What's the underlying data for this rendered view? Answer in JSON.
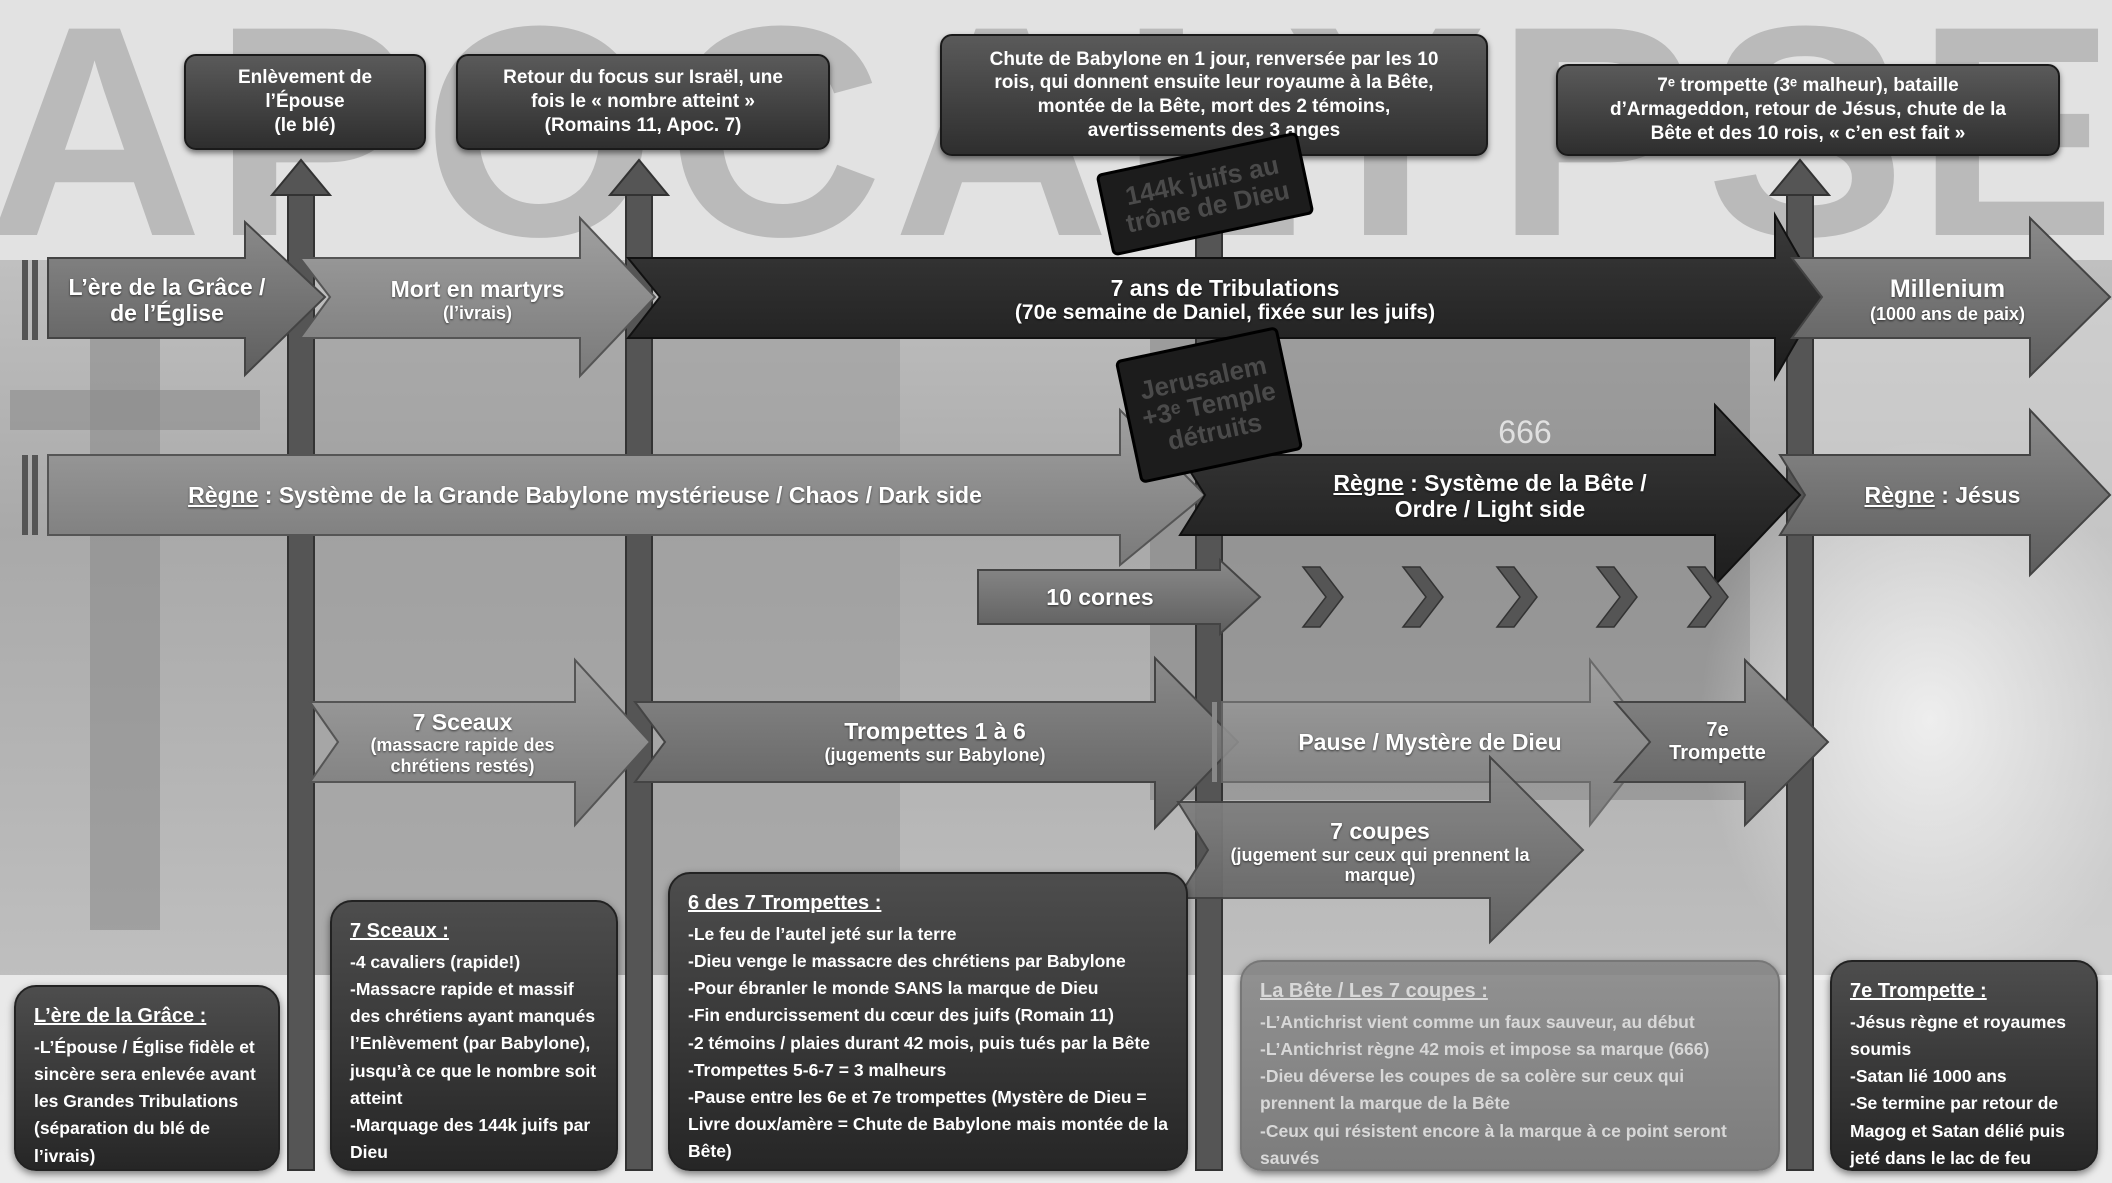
{
  "background_title": "APOCALYPSE",
  "colors": {
    "dark_arrow": "#2b2b2b",
    "mid_arrow": "#6e6e6e",
    "light_arrow": "#8a8a8a",
    "pillar": "#5c5c5c"
  },
  "top_events": [
    {
      "text": "Enlèvement de\nl’Épouse\n(le blé)"
    },
    {
      "text": "Retour du focus sur Israël, une\nfois le « nombre atteint »\n(Romains 11, Apoc. 7)"
    },
    {
      "text": "Chute de Babylone en 1 jour, renversée par les 10\nrois, qui donnent ensuite leur royaume à la Bête,\nmontée de la Bête, mort des 2 témoins,\navertissements des 3 anges"
    },
    {
      "text": "7ᵉ trompette (3ᵉ malheur), bataille\nd’Armageddon, retour de Jésus, chute de la\nBête et des 10 rois, « c’en est fait »"
    }
  ],
  "badges": [
    {
      "text": "144k juifs au\ntrône de Dieu"
    },
    {
      "text": "Jerusalem\n+3ᵉ Temple\ndétruits"
    }
  ],
  "era_row": [
    {
      "title": "L’ère de la Grâce /\nde l’Église",
      "subtitle": ""
    },
    {
      "title": "Mort en martyrs",
      "subtitle": "(l’ivrais)"
    },
    {
      "title": "7 ans de Tribulations",
      "subtitle": "(70e semaine de Daniel, fixée sur les juifs)"
    },
    {
      "title": "Millenium",
      "subtitle": "(1000 ans de paix)"
    }
  ],
  "reign_row": {
    "babylon_prefix": "Règne",
    "babylon_rest": " : Système de la Grande Babylone mystérieuse / Chaos / Dark side",
    "beast_prefix": "Règne",
    "beast_rest_line1": " : Système de la Bête /",
    "beast_line2": "Ordre / Light side",
    "jesus_prefix": "Règne",
    "jesus_rest": " : Jésus",
    "number": "666"
  },
  "horns": {
    "label": "10 cornes"
  },
  "judgment_row": [
    {
      "title": "7 Sceaux",
      "subtitle": "(massacre rapide des\nchrétiens restés)"
    },
    {
      "title": "Trompettes 1 à 6",
      "subtitle": "(jugements sur Babylone)"
    },
    {
      "title": "Pause / Mystère de Dieu",
      "subtitle": ""
    },
    {
      "title": "7e\nTrompette",
      "subtitle": ""
    },
    {
      "title": "7 coupes",
      "subtitle": "(jugement sur ceux qui prennent la\nmarque)"
    }
  ],
  "info_boxes": [
    {
      "title": "L’ère de la Grâce :",
      "items": [
        "-L’Épouse  / Église fidèle et sincère sera enlevée avant les Grandes Tribulations (séparation du blé de l’ivrais)"
      ]
    },
    {
      "title": "7 Sceaux :",
      "items": [
        "-4 cavaliers (rapide!)",
        "-Massacre rapide et massif des chrétiens ayant manqués l’Enlèvement (par Babylone), jusqu’à ce que le nombre soit atteint",
        "-Marquage des 144k juifs par Dieu"
      ]
    },
    {
      "title": "6 des 7 Trompettes :",
      "items": [
        "-Le feu de l’autel jeté sur la terre",
        "-Dieu venge le massacre des chrétiens par Babylone",
        "-Pour ébranler le monde SANS la marque de Dieu",
        "-Fin endurcissement du cœur des juifs (Romain 11)",
        "-2 témoins / plaies durant 42 mois, puis tués par la Bête",
        "-Trompettes 5-6-7 = 3 malheurs",
        "-Pause entre les 6e et 7e trompettes (Mystère de Dieu = Livre doux/amère = Chute de Babylone mais montée de la Bête)"
      ]
    },
    {
      "title": "La Bête / Les 7 coupes :",
      "items": [
        "-L’Antichrist vient comme un faux sauveur, au début",
        "-L’Antichrist règne 42 mois et impose sa marque (666)",
        "-Dieu déverse les coupes de sa colère sur ceux qui prennent la marque de la Bête",
        "-Ceux qui résistent encore à la marque à ce point seront sauvés"
      ]
    },
    {
      "title": "7e Trompette :",
      "items": [
        "-Jésus règne et royaumes soumis",
        "-Satan lié 1000 ans",
        "-Se termine par retour de Magog et Satan délié puis jeté dans le lac de feu"
      ]
    }
  ]
}
